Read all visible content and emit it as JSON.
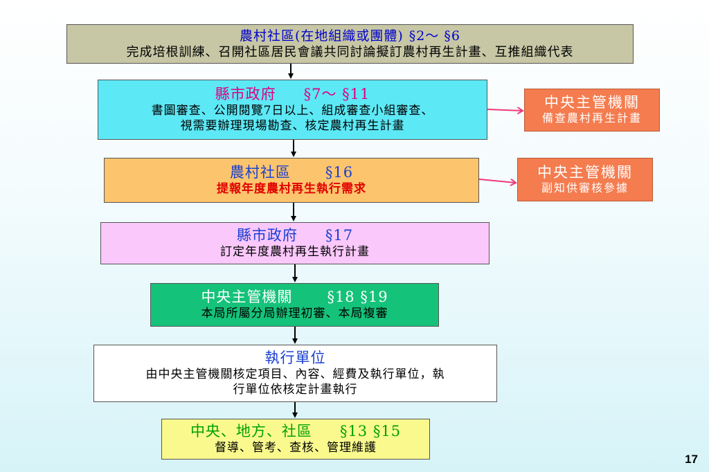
{
  "steps": [
    {
      "title": "農村社區(在地組織或團體)",
      "section": "§2～ §6",
      "desc": "完成培根訓練、召開社區居民會議共同討論擬訂農村再生計畫、互推組織代表"
    },
    {
      "title": "縣市政府",
      "section": "§7～ §11",
      "desc1": "書圖審查、公開閱覽7日以上、組成審查小組審查、",
      "desc2": "視需要辦理現場勘查、核定農村再生計畫"
    },
    {
      "title": "農村社區",
      "section": "§16",
      "desc": "提報年度農村再生執行需求"
    },
    {
      "title": "縣市政府",
      "section": "§17",
      "desc": "訂定年度農村再生執行計畫"
    },
    {
      "title": "中央主管機關",
      "section": "§18 §19",
      "desc": "本局所屬分局辦理初審、本局複審"
    },
    {
      "title": "執行單位",
      "desc1": "由中央主管機關核定項目、內容、經費及執行單位，執",
      "desc2": "行單位依核定計畫執行"
    },
    {
      "title": "中央、地方、社區",
      "section": "§13 §15",
      "desc": "督導、管考、查核、管理維護"
    }
  ],
  "side_boxes": [
    {
      "title": "中央主管機關",
      "desc": "備查農村再生計畫"
    },
    {
      "title": "中央主管機關",
      "desc": "副知供審核參據"
    }
  ],
  "colors": {
    "step1": "#c7c7a6",
    "step2": "#5de8f5",
    "step3": "#fcc46c",
    "step4": "#fac8fa",
    "step5": "#15c27a",
    "step6": "#ffffff",
    "step7": "#f9f98e",
    "side": "#f47c4f",
    "side_arrow": "#f0397a"
  },
  "page_number": "17"
}
